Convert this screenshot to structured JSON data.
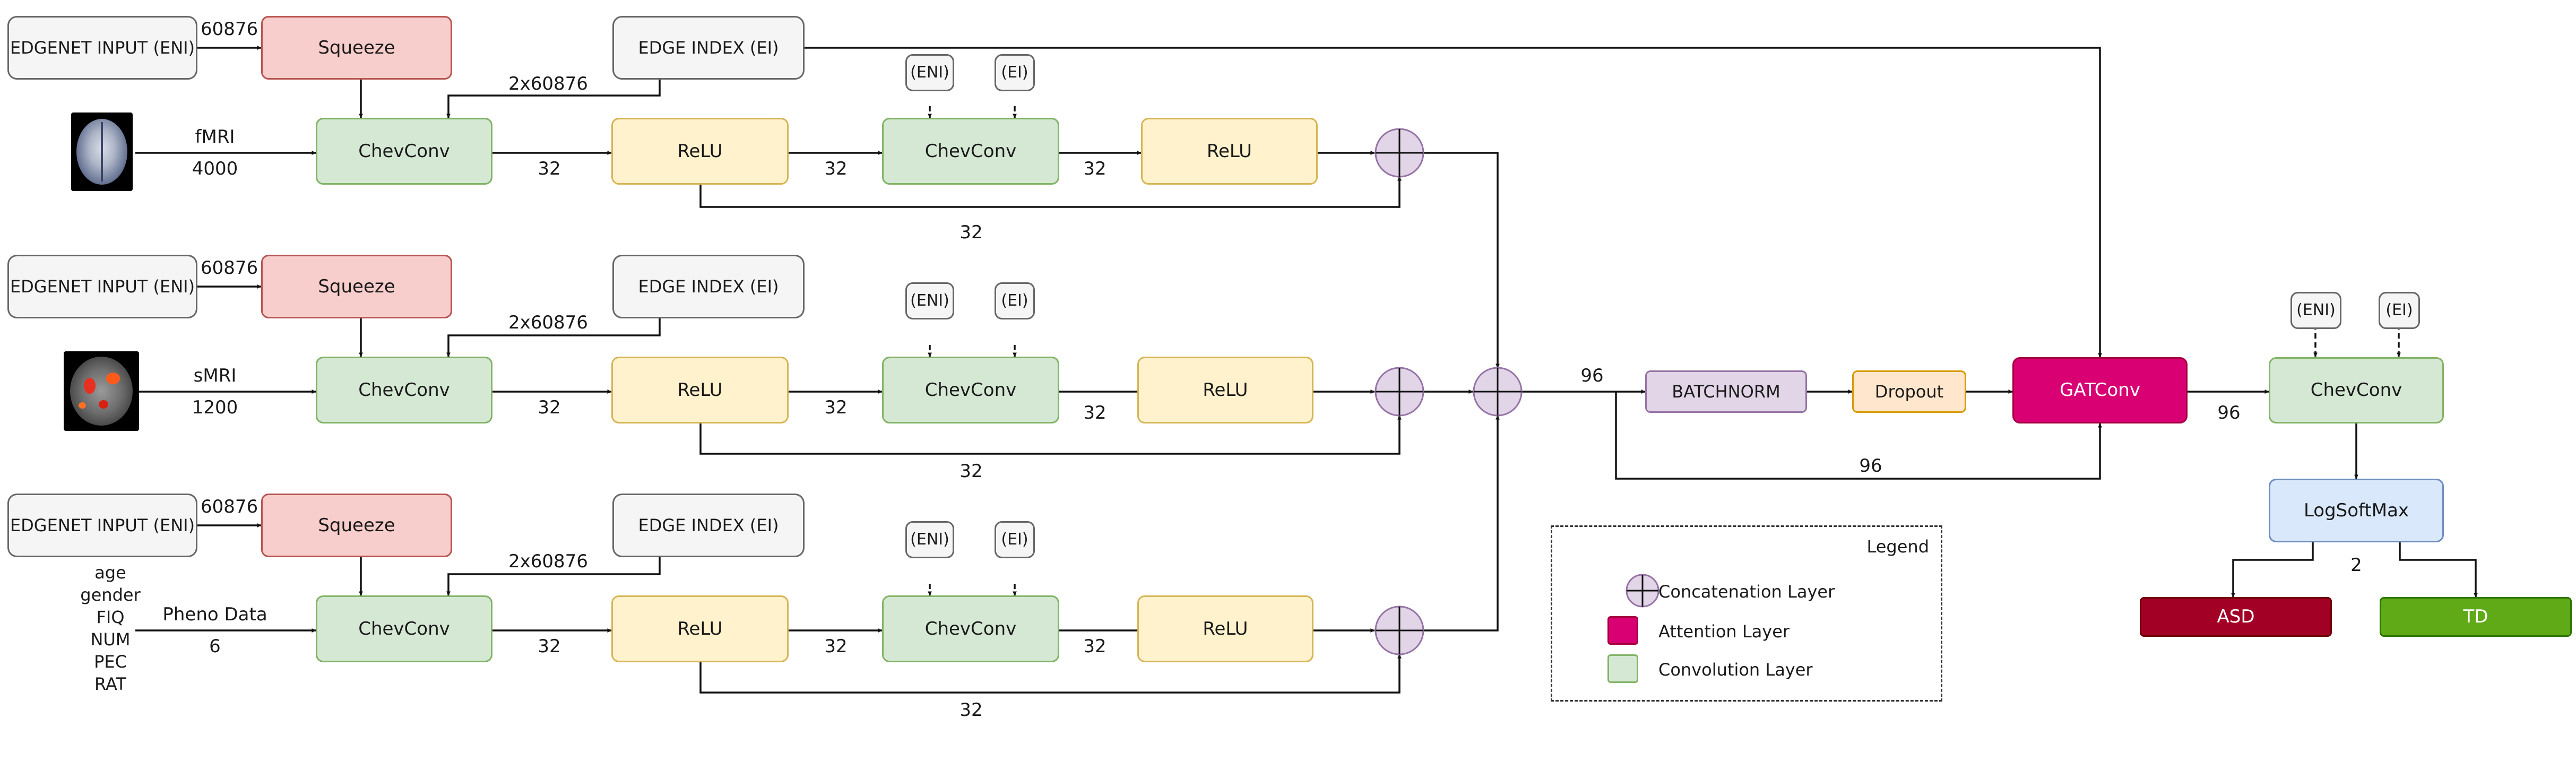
{
  "inputs": {
    "eni_label": "EDGENET INPUT (ENI)",
    "ei_label": "EDGE INDEX (EI)",
    "eni_dim": "60876",
    "ei_dim": "2x60876"
  },
  "branches": [
    {
      "modality": "fMRI",
      "dim": "4000"
    },
    {
      "modality": "sMRI",
      "dim": "1200"
    },
    {
      "modality": "Pheno Data",
      "dim": "6",
      "features": [
        "age",
        "gender",
        "FIQ",
        "NUM",
        "PEC",
        "RAT"
      ]
    }
  ],
  "blocks": {
    "squeeze": "Squeeze",
    "chevconv": "ChevConv",
    "relu": "ReLU",
    "eni_tag": "(ENI)",
    "ei_tag": "(EI)",
    "batchnorm": "BATCHNORM",
    "dropout": "Dropout",
    "gatconv": "GATConv",
    "logsoftmax": "LogSoftMax",
    "asd": "ASD",
    "td": "TD"
  },
  "dims": {
    "hidden": "32",
    "concat": "96",
    "classes": "2"
  },
  "legend": {
    "title": "Legend",
    "items": [
      {
        "label": "Concatenation Layer",
        "icon": "concat-circle-icon",
        "color": "#e1d5e7"
      },
      {
        "label": "Attention Layer",
        "icon": "attention-square",
        "color": "#d80073"
      },
      {
        "label": "Convolution Layer",
        "icon": "convolution-square",
        "color": "#d5e8d4"
      }
    ]
  },
  "colors": {
    "squeeze": "#f8cecc",
    "chevconv": "#d5e8d4",
    "relu": "#fff2cc",
    "batchnorm": "#e1d5e7",
    "dropout": "#ffe6cc",
    "gatconv": "#d80073",
    "logsoftmax": "#dae8fc",
    "asd": "#a20025",
    "td": "#60a917"
  }
}
